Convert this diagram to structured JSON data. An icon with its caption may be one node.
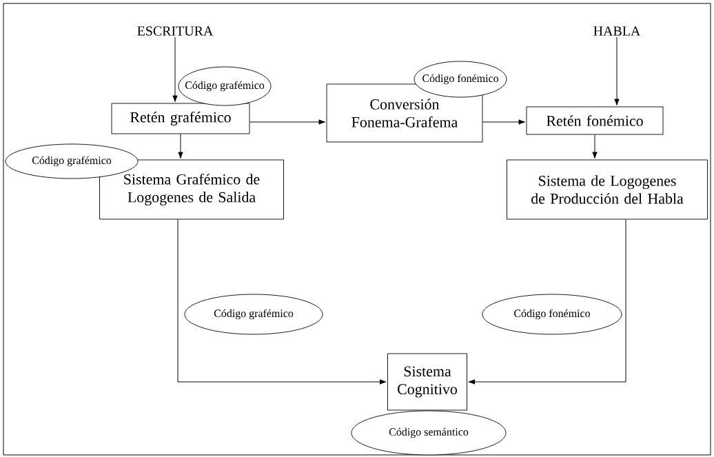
{
  "diagram": {
    "nodes": [
      {
        "text": [
          "ESCRITURA"
        ]
      },
      {
        "text": [
          "HABLA"
        ]
      },
      {
        "text": [
          "Retén grafémico"
        ]
      },
      {
        "text": [
          "Conversión Fonema-Grafema"
        ]
      },
      {
        "text": [
          "Retén fonémico"
        ]
      },
      {
        "text": [
          "Sistema Grafémico de Logogenes de Salida"
        ]
      },
      {
        "text": [
          "Sistema de Logogenes de Producción del Habla"
        ]
      },
      {
        "text": [
          "Sistema Cognitivo"
        ]
      },
      {
        "text": [
          "Código grafémico"
        ]
      },
      {
        "text": [
          "Código fonémico"
        ]
      },
      {
        "text": [
          "Código grafémico"
        ]
      },
      {
        "text": [
          "Código grafémico"
        ]
      },
      {
        "text": [
          "Código fonémico"
        ]
      },
      {
        "text": [
          "Código semántico"
        ]
      }
    ],
    "edges": [
      {
        "from": 0,
        "to": 2,
        "arrow": "to"
      },
      {
        "from": 1,
        "to": 4,
        "arrow": "to"
      },
      {
        "from": 2,
        "to": 3,
        "arrow": "to"
      },
      {
        "from": 3,
        "to": 4,
        "arrow": "to"
      },
      {
        "from": 2,
        "to": 5,
        "arrow": "to"
      },
      {
        "from": 4,
        "to": 6,
        "arrow": "to"
      },
      {
        "from": 5,
        "to": 7,
        "arrow": "to"
      },
      {
        "from": 6,
        "to": 7,
        "arrow": "to"
      }
    ]
  }
}
